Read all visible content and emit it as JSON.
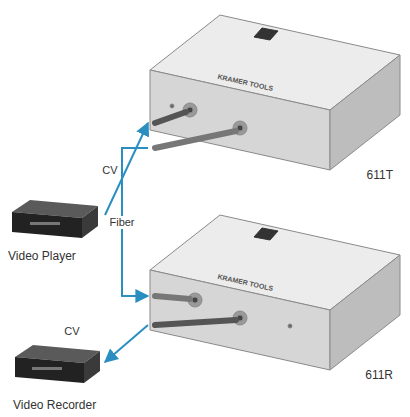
{
  "diagram": {
    "nodes": [
      {
        "text": [
          "611T"
        ]
      },
      {
        "text": [
          "Video Player"
        ]
      },
      {
        "text": [
          "611R"
        ]
      },
      {
        "text": [
          "Video Recorder"
        ]
      }
    ],
    "edges": [
      {
        "from": 1,
        "to": 0,
        "label": "CV",
        "arrow": "to"
      },
      {
        "from": 0,
        "to": 2,
        "label": "Fiber",
        "arrow": "to"
      },
      {
        "from": 2,
        "to": 3,
        "label": "CV",
        "arrow": "to"
      }
    ],
    "labels": [
      "KRAMER TOOLS",
      "KRAMER TOOLS"
    ]
  }
}
